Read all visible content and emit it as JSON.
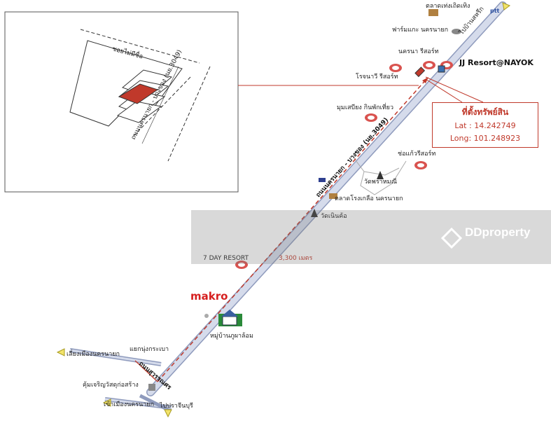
{
  "map": {
    "resort_name": "JJ Resort@NAYOK",
    "info_box": {
      "title": "ที่ตั้งทรัพย์สิน",
      "lat": "Lat : 14.242749",
      "long": "Long: 101.248923"
    },
    "distance_label": "3,300 เมตร",
    "brand_labels": {
      "makro": "makro",
      "ptt": "ptt"
    },
    "roads": {
      "main_road": "ถนนนครนายก - บางของ (นย.3049)",
      "inset_road": "ถนนนครนายก - บางของ (นย.3049)",
      "inset_soi": "ซอยไม่มีชื่อ",
      "lower_road": "ถนนสุวรรณศร"
    },
    "places": [
      "ตลาดเท่งเถิดเทิง",
      "ฟาร์มแกะ นครนายก",
      "ไปบ้านสหรึก",
      "นครนา รีสอร์ท",
      "โรจนาวี รีสอร์ท",
      "มุมเสบียง กินพักเที่ยว",
      "ช่อแก้วรีสอร์ท",
      "วัดพราหมณี",
      "ตลาดโรงเกลือ นครนายก",
      "วัดเนินค้อ",
      "7 DAY RESORT",
      "หมู่บ้านภูผาล้อม",
      "แยกนุ่งกระเบา",
      "เลี่ยงเมืองนครนายก",
      "คุ้มเจริญวัสดุก่อสร้าง",
      "เข้าเมืองนครนายก",
      "ไปปราจีนบุรี"
    ],
    "watermark": "DDproperty",
    "colors": {
      "road": "#c7cde0",
      "road_edge": "#8f9bbd",
      "route": "#c0392b",
      "parcel": "#c0392b",
      "arrow": "#f2e36a",
      "watermark_bg": "#7d7d7d"
    }
  }
}
